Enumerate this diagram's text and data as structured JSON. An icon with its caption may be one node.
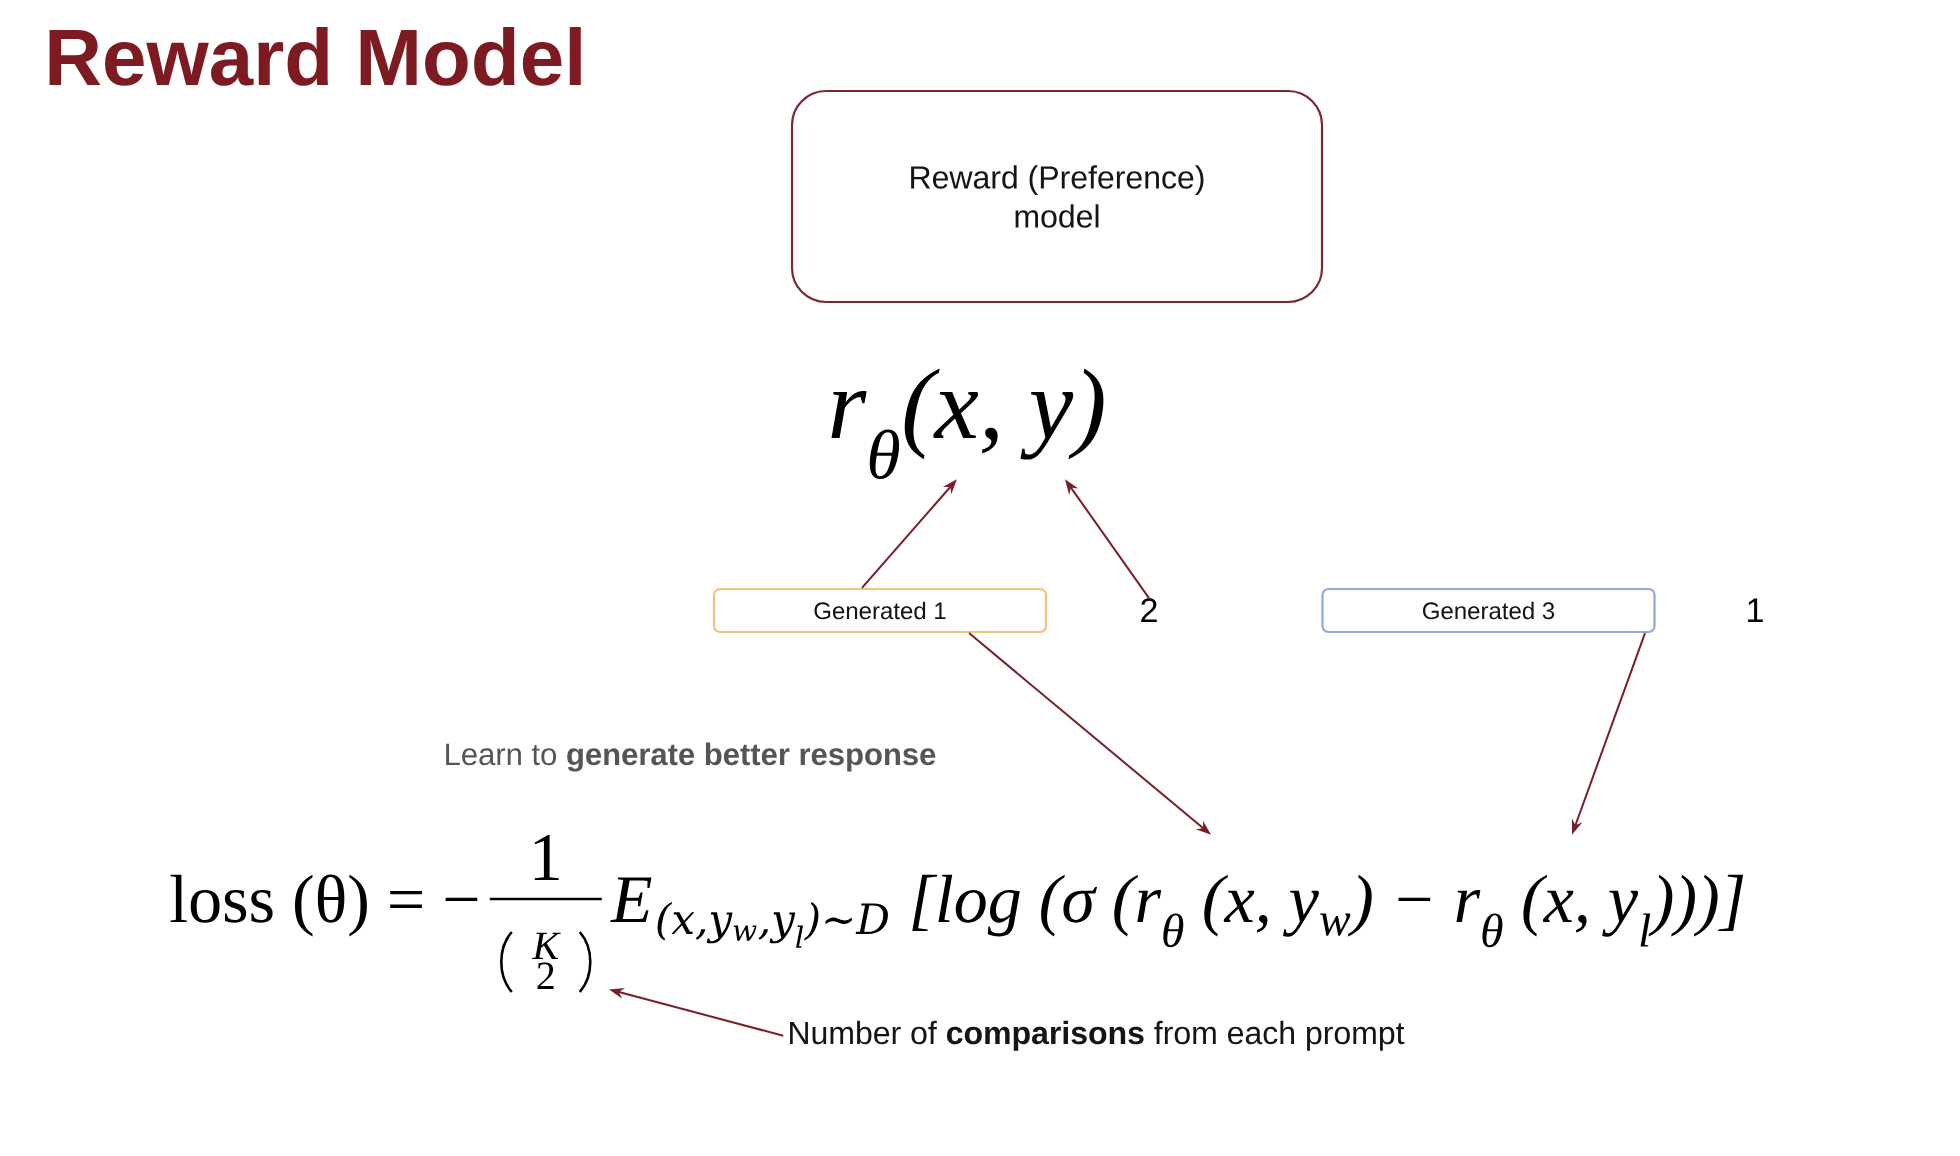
{
  "diagram": {
    "title": "Reward Model",
    "nodes": [
      {
        "text": [
          "Reward (Preference) model"
        ]
      },
      {
        "text": [
          "r$_{θ}$(x, y)"
        ]
      },
      {
        "text": [
          "Generated 1"
        ]
      },
      {
        "text": [
          "2"
        ]
      },
      {
        "text": [
          "Generated 3"
        ]
      },
      {
        "text": [
          "loss (θ) = −",
          "1",
          "K",
          "2",
          "E",
          "(x,y$_{w}$,y$_{l}$)∼D",
          "[log (σ (r$_{θ}$ (x, y$_{w}$) − r$_{θ}$ (x, y$_{l}$)))]"
        ]
      },
      {
        "text": [
          "Number of **comparisons** from each prompt"
        ]
      }
    ],
    "edges": [
      {
        "from": 2,
        "to": 1,
        "arrow": "to"
      },
      {
        "from": 3,
        "to": 1,
        "arrow": "to"
      },
      {
        "from": 2,
        "to": 5,
        "arrow": "to"
      },
      {
        "from": 4,
        "to": 5,
        "arrow": "to"
      },
      {
        "from": 6,
        "to": 5,
        "arrow": "to"
      }
    ],
    "labels": [
      "1",
      "Learn to **generate better response**"
    ]
  }
}
